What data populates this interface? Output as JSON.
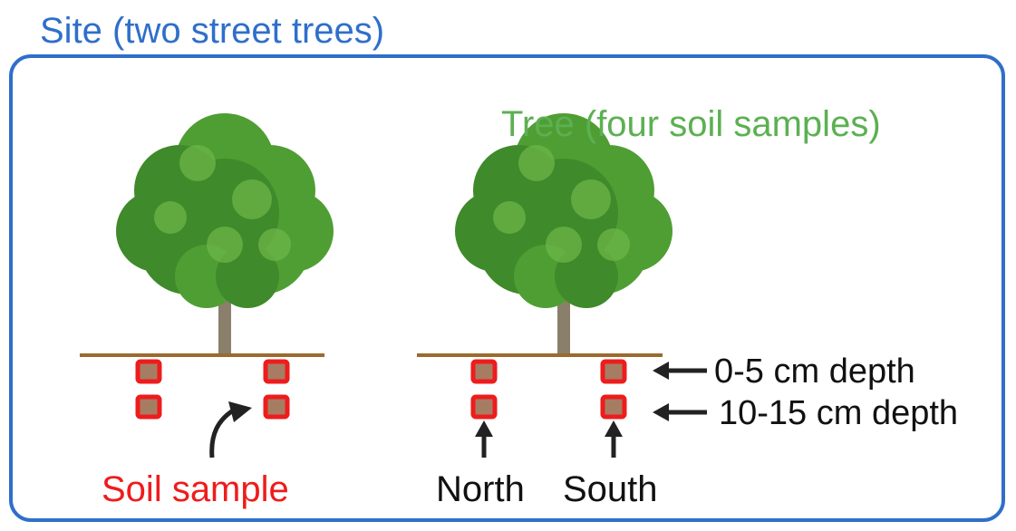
{
  "site_label": "Site (two street trees)",
  "tree_label": "Tree (four soil samples)",
  "soil_sample_label": "Soil sample",
  "north_label": "North",
  "south_label": "South",
  "depth_shallow_label": "0-5 cm depth",
  "depth_deep_label": "10-15 cm depth",
  "colors": {
    "site": "#2f6fca",
    "tree": "#5cb052",
    "sample": "#ee1c1c",
    "soil": "#a67d62",
    "ground": "#9a6a2e"
  }
}
